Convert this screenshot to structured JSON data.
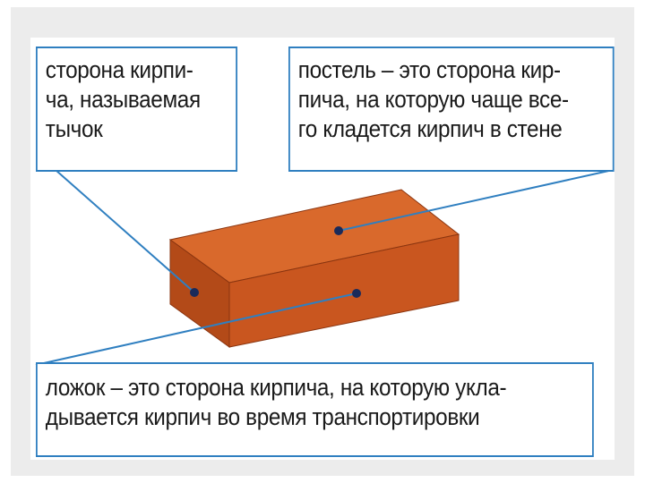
{
  "callouts": {
    "tychok": [
      "сторона кирпи-",
      "ча, называемая",
      "тычок"
    ],
    "postel": [
      "постель – это сторона кир-",
      "пича, на которую чаще все-",
      "го кладется кирпич в стене"
    ],
    "lozhok": [
      "ложок – это сторона кирпича, на которую укла-",
      "дывается кирпич во время транспортировки"
    ]
  },
  "colors": {
    "accent": "#2f7fc0",
    "brick_top": "#d9692c",
    "brick_front": "#c9561f",
    "brick_side": "#b34a18",
    "frame": "#ececec"
  }
}
